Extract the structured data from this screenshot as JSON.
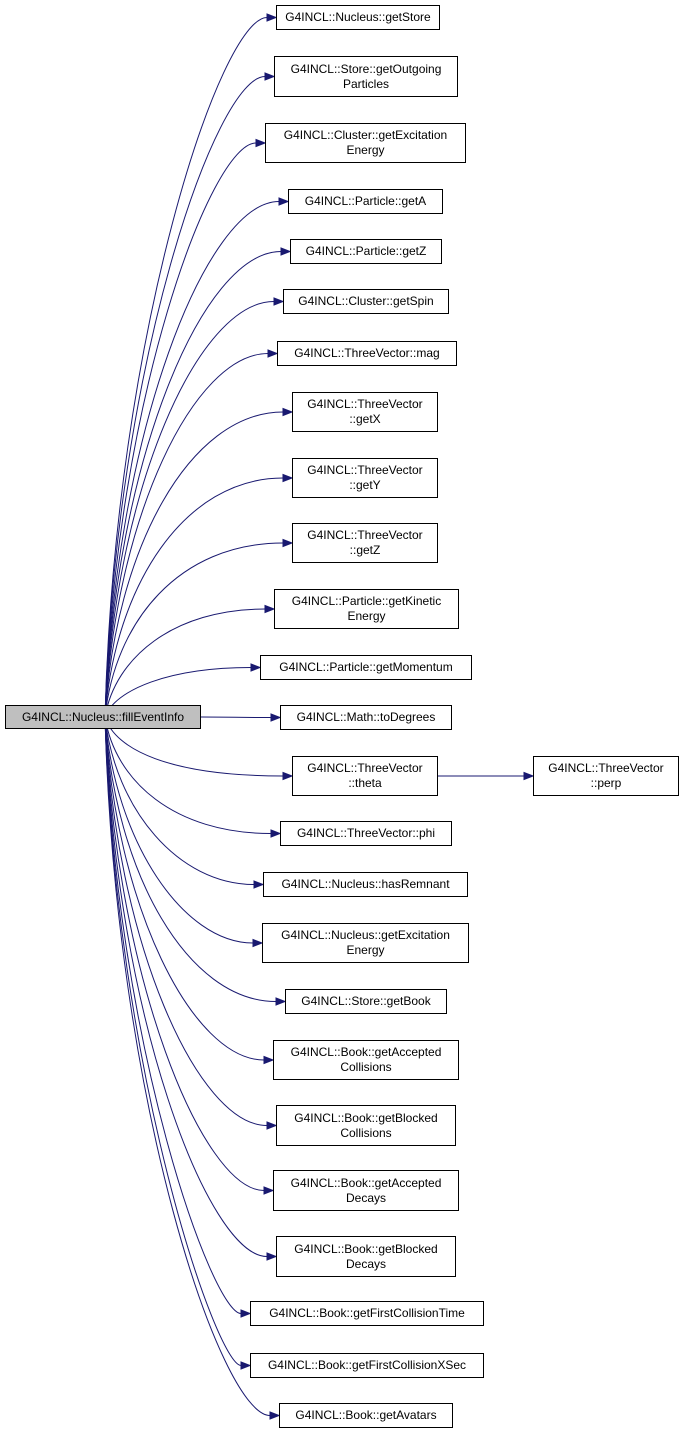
{
  "colors": {
    "edge": "#191970",
    "root_fill": "#bfbfbf",
    "node_fill": "#ffffff",
    "border": "#000000"
  },
  "root": {
    "id": "fillEventInfo",
    "lines": [
      "G4INCL::Nucleus::fillEventInfo"
    ]
  },
  "nodes": [
    {
      "id": "getStore",
      "lines": [
        "G4INCL::Nucleus::getStore"
      ]
    },
    {
      "id": "getOutgoingParticles",
      "lines": [
        "G4INCL::Store::getOutgoing",
        "Particles"
      ]
    },
    {
      "id": "clusterGetExcitationEnergy",
      "lines": [
        "G4INCL::Cluster::getExcitation",
        "Energy"
      ]
    },
    {
      "id": "getA",
      "lines": [
        "G4INCL::Particle::getA"
      ]
    },
    {
      "id": "getZ",
      "lines": [
        "G4INCL::Particle::getZ"
      ]
    },
    {
      "id": "getSpin",
      "lines": [
        "G4INCL::Cluster::getSpin"
      ]
    },
    {
      "id": "mag",
      "lines": [
        "G4INCL::ThreeVector::mag"
      ]
    },
    {
      "id": "vecGetX",
      "lines": [
        "G4INCL::ThreeVector",
        "::getX"
      ]
    },
    {
      "id": "vecGetY",
      "lines": [
        "G4INCL::ThreeVector",
        "::getY"
      ]
    },
    {
      "id": "vecGetZ",
      "lines": [
        "G4INCL::ThreeVector",
        "::getZ"
      ]
    },
    {
      "id": "getKineticEnergy",
      "lines": [
        "G4INCL::Particle::getKinetic",
        "Energy"
      ]
    },
    {
      "id": "getMomentum",
      "lines": [
        "G4INCL::Particle::getMomentum"
      ]
    },
    {
      "id": "toDegrees",
      "lines": [
        "G4INCL::Math::toDegrees"
      ]
    },
    {
      "id": "theta",
      "lines": [
        "G4INCL::ThreeVector",
        "::theta"
      ]
    },
    {
      "id": "phi",
      "lines": [
        "G4INCL::ThreeVector::phi"
      ]
    },
    {
      "id": "hasRemnant",
      "lines": [
        "G4INCL::Nucleus::hasRemnant"
      ]
    },
    {
      "id": "nucleusGetExcitationEnergy",
      "lines": [
        "G4INCL::Nucleus::getExcitation",
        "Energy"
      ]
    },
    {
      "id": "getBook",
      "lines": [
        "G4INCL::Store::getBook"
      ]
    },
    {
      "id": "getAcceptedCollisions",
      "lines": [
        "G4INCL::Book::getAccepted",
        "Collisions"
      ]
    },
    {
      "id": "getBlockedCollisions",
      "lines": [
        "G4INCL::Book::getBlocked",
        "Collisions"
      ]
    },
    {
      "id": "getAcceptedDecays",
      "lines": [
        "G4INCL::Book::getAccepted",
        "Decays"
      ]
    },
    {
      "id": "getBlockedDecays",
      "lines": [
        "G4INCL::Book::getBlocked",
        "Decays"
      ]
    },
    {
      "id": "getFirstCollisionTime",
      "lines": [
        "G4INCL::Book::getFirstCollisionTime"
      ]
    },
    {
      "id": "getFirstCollisionXSec",
      "lines": [
        "G4INCL::Book::getFirstCollisionXSec"
      ]
    },
    {
      "id": "getAvatars",
      "lines": [
        "G4INCL::Book::getAvatars"
      ]
    },
    {
      "id": "perp",
      "lines": [
        "G4INCL::ThreeVector",
        "::perp"
      ]
    }
  ],
  "edges": [
    [
      "fillEventInfo",
      "getStore"
    ],
    [
      "fillEventInfo",
      "getOutgoingParticles"
    ],
    [
      "fillEventInfo",
      "clusterGetExcitationEnergy"
    ],
    [
      "fillEventInfo",
      "getA"
    ],
    [
      "fillEventInfo",
      "getZ"
    ],
    [
      "fillEventInfo",
      "getSpin"
    ],
    [
      "fillEventInfo",
      "mag"
    ],
    [
      "fillEventInfo",
      "vecGetX"
    ],
    [
      "fillEventInfo",
      "vecGetY"
    ],
    [
      "fillEventInfo",
      "vecGetZ"
    ],
    [
      "fillEventInfo",
      "getKineticEnergy"
    ],
    [
      "fillEventInfo",
      "getMomentum"
    ],
    [
      "fillEventInfo",
      "toDegrees"
    ],
    [
      "fillEventInfo",
      "theta"
    ],
    [
      "fillEventInfo",
      "phi"
    ],
    [
      "fillEventInfo",
      "hasRemnant"
    ],
    [
      "fillEventInfo",
      "nucleusGetExcitationEnergy"
    ],
    [
      "fillEventInfo",
      "getBook"
    ],
    [
      "fillEventInfo",
      "getAcceptedCollisions"
    ],
    [
      "fillEventInfo",
      "getBlockedCollisions"
    ],
    [
      "fillEventInfo",
      "getAcceptedDecays"
    ],
    [
      "fillEventInfo",
      "getBlockedDecays"
    ],
    [
      "fillEventInfo",
      "getFirstCollisionTime"
    ],
    [
      "fillEventInfo",
      "getFirstCollisionXSec"
    ],
    [
      "fillEventInfo",
      "getAvatars"
    ],
    [
      "theta",
      "perp"
    ]
  ]
}
